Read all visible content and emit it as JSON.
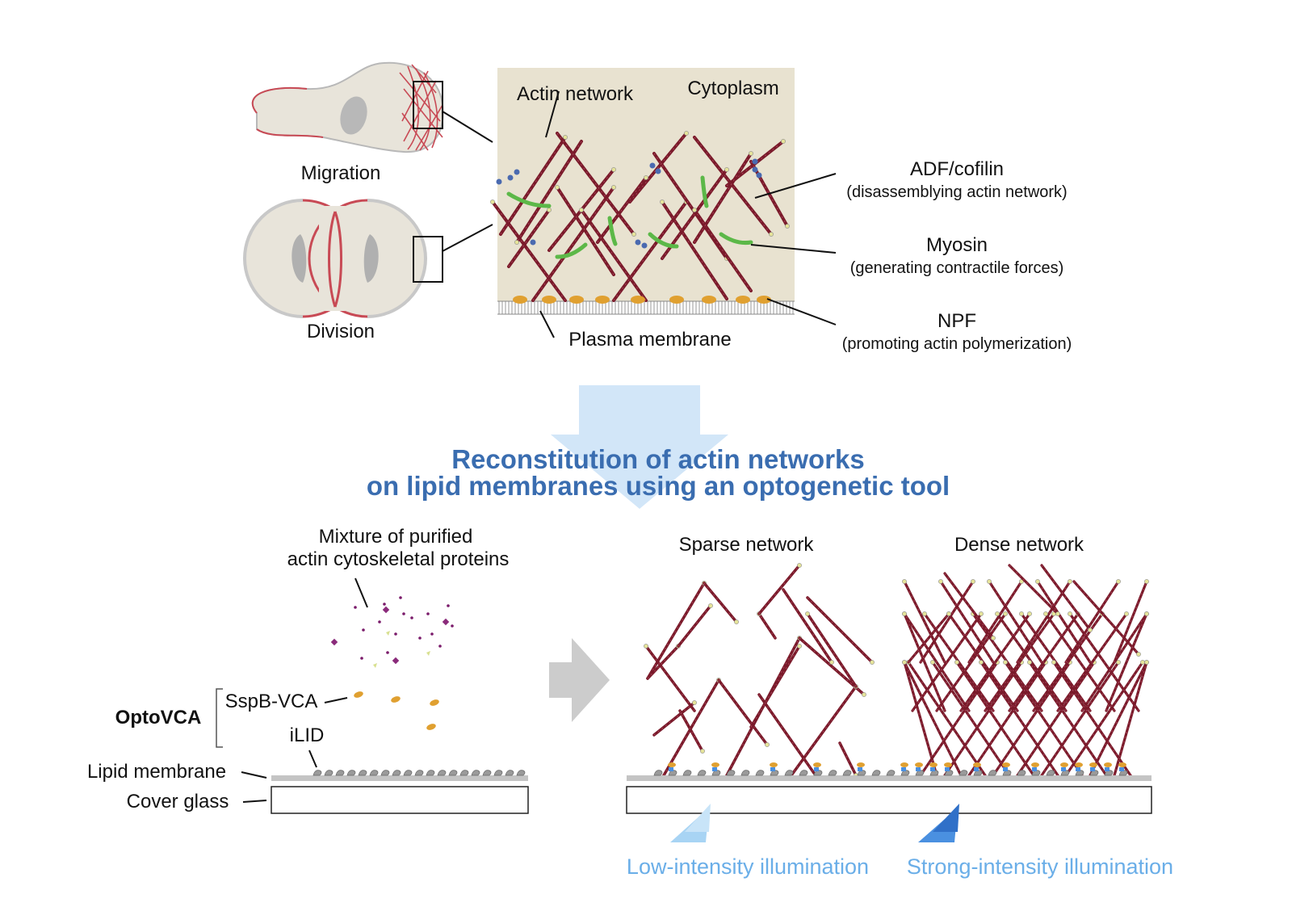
{
  "top": {
    "migration_label": "Migration",
    "division_label": "Division",
    "actin_network_label": "Actin network",
    "cytoplasm_label": "Cytoplasm",
    "plasma_membrane_label": "Plasma membrane",
    "legend": [
      {
        "name": "ADF/cofilin",
        "desc": "(disassemblying actin network)"
      },
      {
        "name": "Myosin",
        "desc": "(generating contractile forces)"
      },
      {
        "name": "NPF",
        "desc": "(promoting actin polymerization)"
      }
    ]
  },
  "title": {
    "line1": "Reconstitution of actin networks",
    "line2": "on lipid membranes using an optogenetic tool"
  },
  "bottom": {
    "mixture_line1": "Mixture of purified",
    "mixture_line2": "actin cytoskeletal proteins",
    "optovca_label": "OptoVCA",
    "sspb_label": "SspB-VCA",
    "ilid_label": "iLID",
    "lipid_membrane_label": "Lipid membrane",
    "cover_glass_label": "Cover glass",
    "sparse_label": "Sparse network",
    "dense_label": "Dense network",
    "low_illum_label": "Low-intensity illumination",
    "strong_illum_label": "Strong-intensity illumination"
  },
  "colors": {
    "actin": "#7a1a2a",
    "myosin": "#5cb848",
    "npf": "#e0a030",
    "cofilin": "#4a6ab0",
    "cytoplasm_bg": "#e8e2d0",
    "title_blue": "#3a6db0",
    "illum_light": "#a8d4f4",
    "illum_strong": "#4a90e0"
  }
}
